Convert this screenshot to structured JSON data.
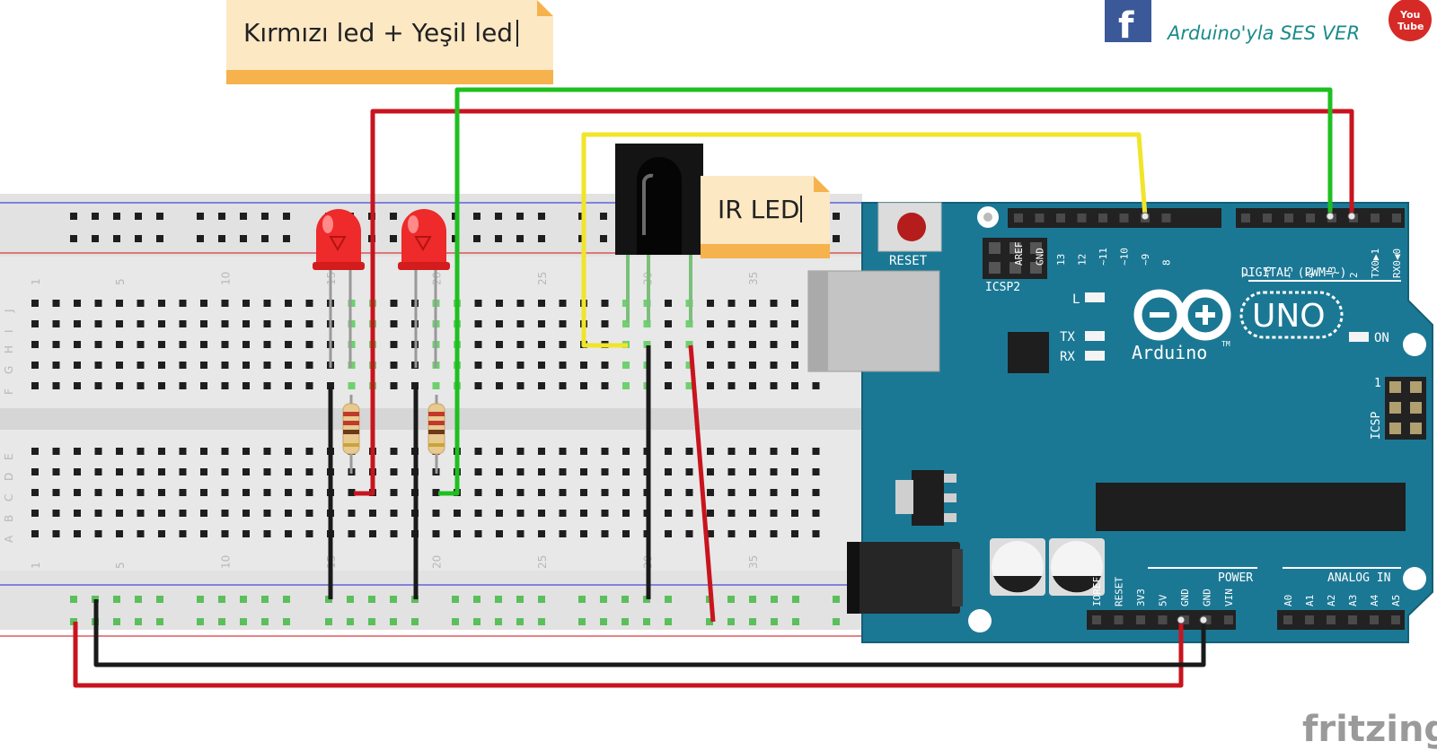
{
  "notes": {
    "leds_note": "Kırmızı led + Yeşil led",
    "ir_note": "IR LED"
  },
  "header": {
    "social_text": "Arduino'yla SES VER",
    "facebook_letter": "f",
    "youtube_top": "You",
    "youtube_bottom": "Tube"
  },
  "arduino": {
    "reset_label": "RESET",
    "icsp2_label": "ICSP2",
    "icsp_label": "ICSP",
    "digital_label": "DIGITAL (PWM=~)",
    "led_l": "L",
    "led_tx": "TX",
    "led_rx": "RX",
    "led_on": "ON",
    "brand": "Arduino",
    "model": "UNO",
    "tm": "TM",
    "power_label": "POWER",
    "analog_label": "ANALOG IN",
    "icsp_pin1": "1",
    "digital_pins_left": [
      "AREF",
      "GND",
      "13",
      "12",
      "~11",
      "~10",
      "~9",
      "8"
    ],
    "digital_pins_right": [
      "7",
      "~6",
      "~5",
      "4",
      "~3",
      "2",
      "TX0▶1",
      "RX0◀0"
    ],
    "power_pins": [
      "IOREF",
      "RESET",
      "3V3",
      "5V",
      "GND",
      "GND",
      "VIN"
    ],
    "analog_pins": [
      "A0",
      "A1",
      "A2",
      "A3",
      "A4",
      "A5"
    ]
  },
  "breadboard": {
    "row_letters_top": [
      "J",
      "I",
      "H",
      "G",
      "F"
    ],
    "row_letters_bottom": [
      "E",
      "D",
      "C",
      "B",
      "A"
    ],
    "column_numbers": [
      "1",
      "5",
      "10",
      "15",
      "20",
      "25",
      "30",
      "35"
    ]
  },
  "colors": {
    "board": "#1b7895",
    "wire_red": "#c8141e",
    "wire_green": "#1fbf1f",
    "wire_yellow": "#f0e52a",
    "wire_black": "#1a1a1a",
    "note_bg": "#fde8c4",
    "note_bar": "#f6b24c"
  },
  "watermark": "fritzing"
}
